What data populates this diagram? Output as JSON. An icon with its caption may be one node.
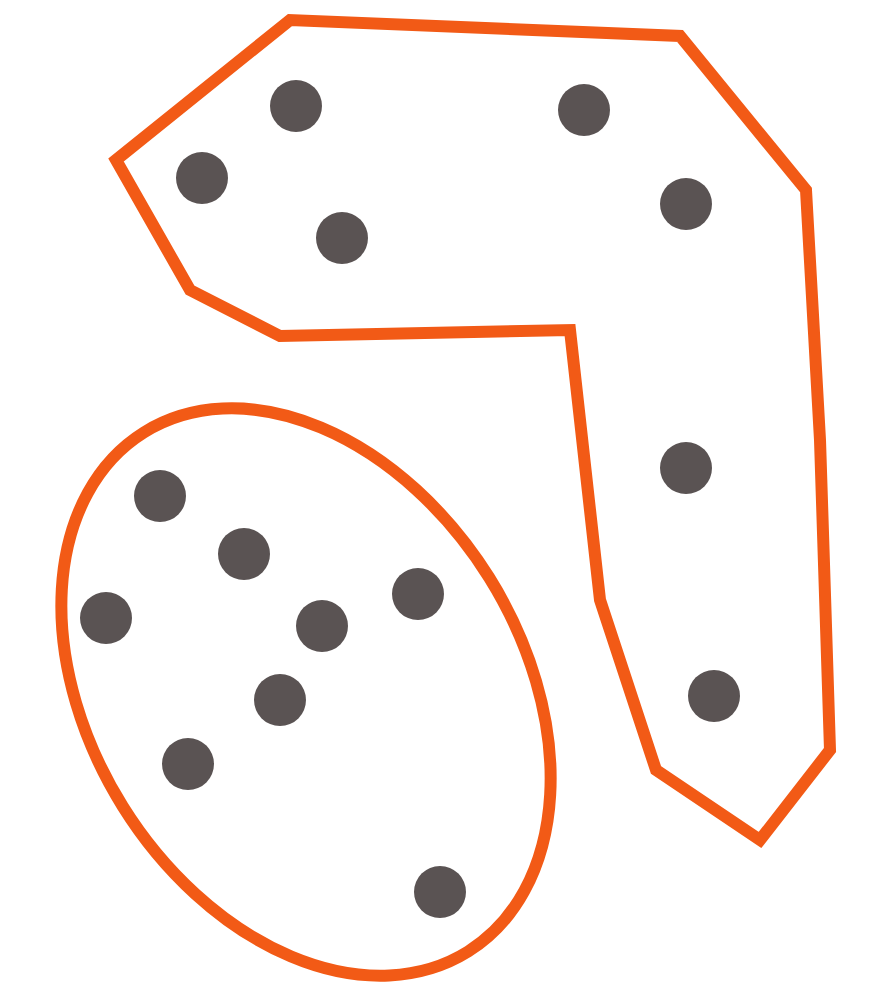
{
  "diagram": {
    "nodes": [
      {
        "text": [],
        "shape": "polygon"
      },
      {
        "text": [],
        "shape": "circle",
        "in": 0
      },
      {
        "text": [],
        "shape": "circle",
        "in": 0
      },
      {
        "text": [],
        "shape": "circle",
        "in": 0
      },
      {
        "text": [],
        "shape": "circle",
        "in": 0
      },
      {
        "text": [],
        "shape": "circle",
        "in": 0
      },
      {
        "text": [],
        "shape": "circle",
        "in": 0
      },
      {
        "text": [],
        "shape": "circle",
        "in": 0
      },
      {
        "text": [],
        "shape": "ellipse"
      },
      {
        "text": [],
        "shape": "circle",
        "in": 8
      },
      {
        "text": [],
        "shape": "circle",
        "in": 8
      },
      {
        "text": [],
        "shape": "circle",
        "in": 8
      },
      {
        "text": [],
        "shape": "circle",
        "in": 8
      },
      {
        "text": [],
        "shape": "circle",
        "in": 8
      },
      {
        "text": [],
        "shape": "circle",
        "in": 8
      },
      {
        "text": [],
        "shape": "circle",
        "in": 8
      },
      {
        "text": [],
        "shape": "circle",
        "in": 8
      }
    ]
  }
}
